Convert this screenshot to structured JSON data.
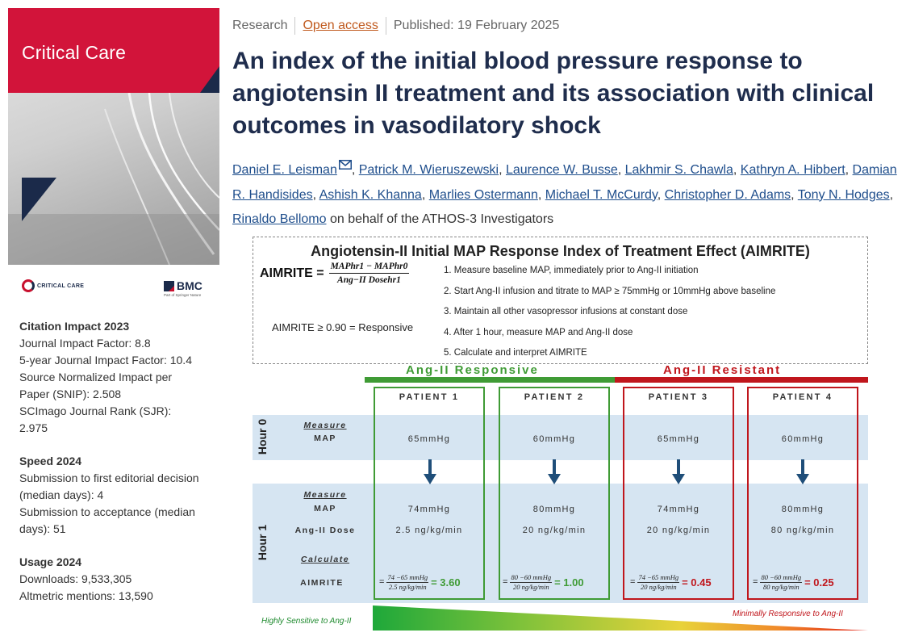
{
  "journal": {
    "cover_title": "Critical Care",
    "logo_text": "CRITICAL CARE",
    "publisher": "BMC",
    "publisher_sub": "Part of Springer Nature"
  },
  "metrics": {
    "citation": {
      "heading": "Citation Impact 2023",
      "lines": [
        "Journal Impact Factor: 8.8",
        "5-year Journal Impact Factor: 10.4",
        "Source Normalized Impact per Paper (SNIP): 2.508",
        "SCImago Journal Rank (SJR): 2.975"
      ]
    },
    "speed": {
      "heading": "Speed 2024",
      "lines": [
        "Submission to first editorial decision (median days): 4",
        "Submission to acceptance (median days): 51"
      ]
    },
    "usage": {
      "heading": "Usage 2024",
      "lines": [
        "Downloads: 9,533,305",
        "Altmetric mentions: 13,590"
      ]
    }
  },
  "article": {
    "type": "Research",
    "access": "Open access",
    "published": "Published: 19 February 2025",
    "title": "An index of the initial blood pressure response to angiotensin II treatment and its association with clinical outcomes in vasodilatory shock",
    "authors": [
      "Daniel E. Leisman",
      "Patrick M. Wieruszewski",
      "Laurence W. Busse",
      "Lakhmir S. Chawla",
      "Kathryn A. Hibbert",
      "Damian R. Handisides",
      "Ashish K. Khanna",
      "Marlies Ostermann",
      "Michael T. McCurdy",
      "Christopher D. Adams",
      "Tony N. Hodges",
      "Rinaldo Bellomo"
    ],
    "authors_suffix": "on behalf of the ATHOS-3 Investigators"
  },
  "figure": {
    "title": "Angiotensin-II Initial MAP Response Index of Treatment Effect (AIMRITE)",
    "formula_lhs": "AIMRITE =",
    "formula_num": "MAPhr1 − MAPhr0",
    "formula_den": "Ang−II Dosehr1",
    "responsive_rule": "AIMRITE ≥ 0.90 = Responsive",
    "steps": [
      "1.  Measure baseline MAP, immediately prior to Ang-II initiation",
      "2.  Start Ang-II infusion and titrate to MAP ≥ 75mmHg or 10mmHg above baseline",
      "3.  Maintain all other vasopressor infusions at constant dose",
      "4.  After 1 hour, measure MAP and Ang-II dose",
      "5.  Calculate and interpret AIMRITE"
    ],
    "group_responsive": "Ang-II Responsive",
    "group_resistant": "Ang-II Resistant",
    "hour0": "Hour 0",
    "hour1": "Hour 1",
    "measure": "Measure",
    "map": "MAP",
    "dose": "Ang-II Dose",
    "calculate": "Calculate",
    "aimrite": "AIMRITE",
    "colors": {
      "green": "#3f9b35",
      "red": "#c0161c",
      "arrow": "#1f4e79",
      "band": "#d6e5f2"
    },
    "patients": [
      {
        "name": "PATIENT 1",
        "map0": "65mmHg",
        "map1": "74mmHg",
        "dose": "2.5 ng/kg/min",
        "num": "74 −65 mmHg",
        "den": "2.5 ng/kg/min",
        "result": "= 3.60",
        "group": "responsive"
      },
      {
        "name": "PATIENT 2",
        "map0": "60mmHg",
        "map1": "80mmHg",
        "dose": "20 ng/kg/min",
        "num": "80 −60 mmHg",
        "den": "20 ng/kg/min",
        "result": "= 1.00",
        "group": "responsive"
      },
      {
        "name": "PATIENT 3",
        "map0": "65mmHg",
        "map1": "74mmHg",
        "dose": "20 ng/kg/min",
        "num": "74 −65 mmHg",
        "den": "20 ng/kg/min",
        "result": "= 0.45",
        "group": "resistant"
      },
      {
        "name": "PATIENT 4",
        "map0": "60mmHg",
        "map1": "80mmHg",
        "dose": "80 ng/kg/min",
        "num": "80 −60 mmHg",
        "den": "80 ng/kg/min",
        "result": "= 0.25",
        "group": "resistant"
      }
    ],
    "scale_left": "Highly Sensitive to Ang-II",
    "scale_right": "Minimally Responsive to Ang-II"
  }
}
